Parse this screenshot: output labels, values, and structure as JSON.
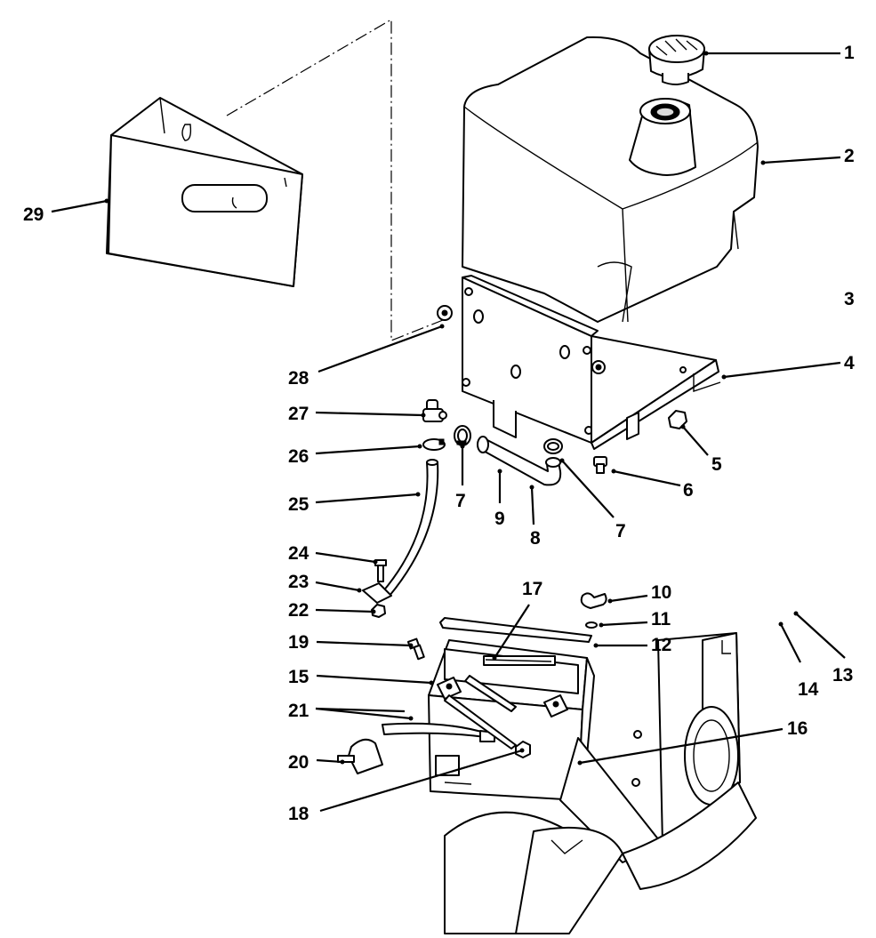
{
  "callouts": {
    "c1": "1",
    "c2": "2",
    "c3": "3",
    "c4": "4",
    "c5": "5",
    "c6": "6",
    "c7a": "7",
    "c7b": "7",
    "c8": "8",
    "c9": "9",
    "c10": "10",
    "c11": "11",
    "c12": "12",
    "c13": "13",
    "c14": "14",
    "c15": "15",
    "c16": "16",
    "c17": "17",
    "c18": "18",
    "c19": "19",
    "c20": "20",
    "c21": "21",
    "c22": "22",
    "c23": "23",
    "c24": "24",
    "c25": "25",
    "c26": "26",
    "c27": "27",
    "c28": "28",
    "c29": "29"
  },
  "parts": [
    {
      "id": "fuel-cap"
    },
    {
      "id": "fuel-tank"
    },
    {
      "id": "tank-mount-plate"
    },
    {
      "id": "tank-support-bracket"
    },
    {
      "id": "nut"
    },
    {
      "id": "bolt"
    },
    {
      "id": "hose-clamp"
    },
    {
      "id": "fuel-hose-elbow"
    },
    {
      "id": "battery-hold-down"
    },
    {
      "id": "wing-nut"
    },
    {
      "id": "lock-washer"
    },
    {
      "id": "hold-down-strap"
    },
    {
      "id": "battery"
    },
    {
      "id": "battery-box-bracket"
    },
    {
      "id": "fuel-filter-valve"
    },
    {
      "id": "fuel-line"
    },
    {
      "id": "line-clip"
    },
    {
      "id": "heat-shield"
    }
  ],
  "icons": {
    "colors": {
      "line": "#000000",
      "background": "#ffffff",
      "shade": "#d9d9d9"
    }
  }
}
